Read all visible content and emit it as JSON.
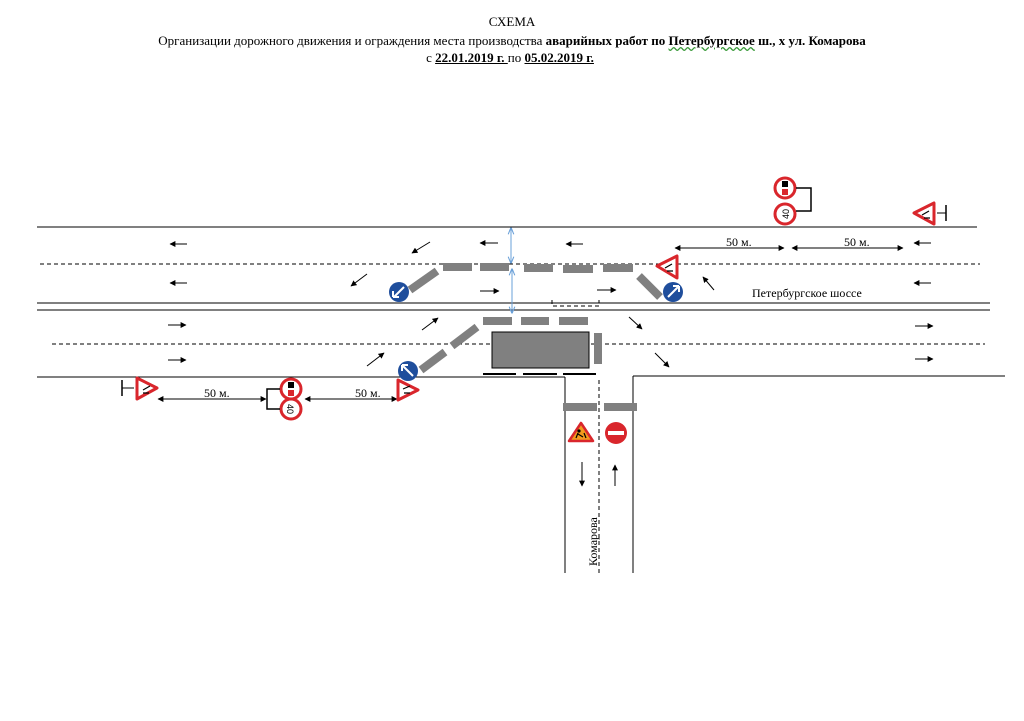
{
  "header": {
    "title": "СХЕМА",
    "line2_plain": "Организации дорожного движения  и ограждения места производства ",
    "line2_bold1": "аварийных работ  по ",
    "line2_road": "Петербургское",
    "line2_bold2": " ш., х  ул. Комарова",
    "line3_from": "с ",
    "line3_date_from": " 22.01.2019 г. ",
    "line3_to": " по ",
    "line3_date_to": "05.02.2019 г."
  },
  "labels": {
    "main_road": "Петербургское шоссе",
    "side_street": "Комарова",
    "dist_top_1": "50 м.",
    "dist_top_2": "50 м.",
    "dist_bottom_1": "50 м.",
    "dist_bottom_2": "50 м.",
    "speed_limit": "40"
  },
  "colors": {
    "barrier": "#808080",
    "sign_red": "#d9262c",
    "sign_blue": "#1f4e9c",
    "sign_orange": "#f39a1e",
    "measure_line": "#6aa0d8"
  }
}
